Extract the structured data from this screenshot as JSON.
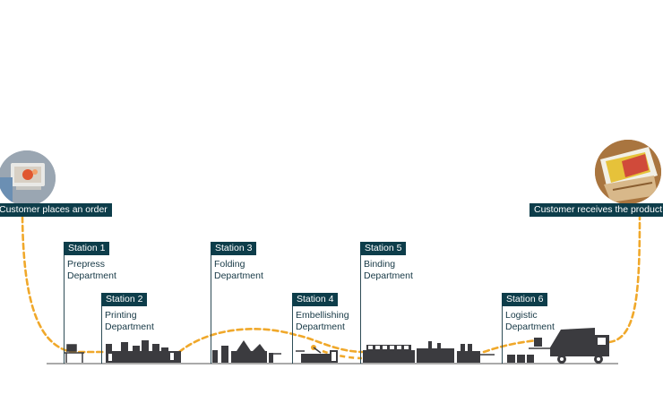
{
  "start": {
    "label": "Customer places an order"
  },
  "end": {
    "label": "Customer receives the product"
  },
  "stations": [
    {
      "station": "Station 1",
      "line1": "Prepress",
      "line2": "Department"
    },
    {
      "station": "Station 2",
      "line1": "Printing",
      "line2": "Department"
    },
    {
      "station": "Station 3",
      "line1": "Folding",
      "line2": "Department"
    },
    {
      "station": "Station 4",
      "line1": "Embellishing",
      "line2": "Department"
    },
    {
      "station": "Station 5",
      "line1": "Binding",
      "line2": "Department"
    },
    {
      "station": "Station 6",
      "line1": "Logistic",
      "line2": "Department"
    }
  ],
  "colors": {
    "tag_background": "#0d3d4a",
    "tag_text": "#ffffff",
    "department_text": "#163845",
    "flow_path": "#f0a82a",
    "machinery": "#3b3b3f",
    "floor_line": "#555555"
  },
  "icons": {
    "start_photo": "customer-ordering-photo",
    "end_photo": "customer-receiving-product-photo",
    "truck": "delivery-truck-icon"
  }
}
